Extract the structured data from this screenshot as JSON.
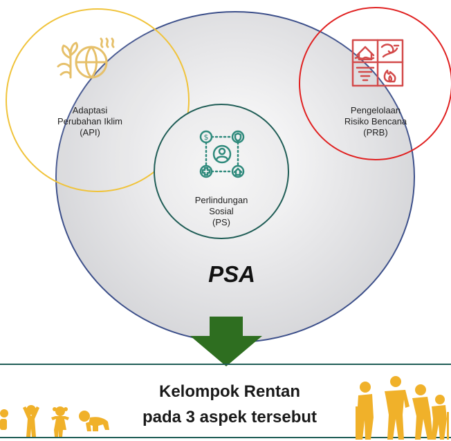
{
  "circles": {
    "api": {
      "label": "Adaptasi\nPerubahan Iklim\n(API)",
      "color": "#f0c33a",
      "icon": "climate-adaptation-icon"
    },
    "prb": {
      "label": "Pengelolaan\nRisiko Bencana\n(PRB)",
      "color": "#e02020",
      "icon": "disaster-risk-icon"
    },
    "ps": {
      "label": "Perlindungan\nSosial\n(PS)",
      "color": "#1f5d56",
      "icon": "social-protection-icon"
    },
    "psa": {
      "label": "PSA",
      "border_color": "#3c4f8a"
    }
  },
  "arrow": {
    "color": "#2e6e20",
    "icon": "down-arrow-icon"
  },
  "footer": {
    "line1": "Kelompok Rentan",
    "line2": "pada 3 aspek tersebut",
    "left_figures_icon": "children-icon",
    "right_figures_icon": "elderly-disabled-icon",
    "figure_color": "#f0b12a",
    "rule_color": "#1f5d56"
  }
}
